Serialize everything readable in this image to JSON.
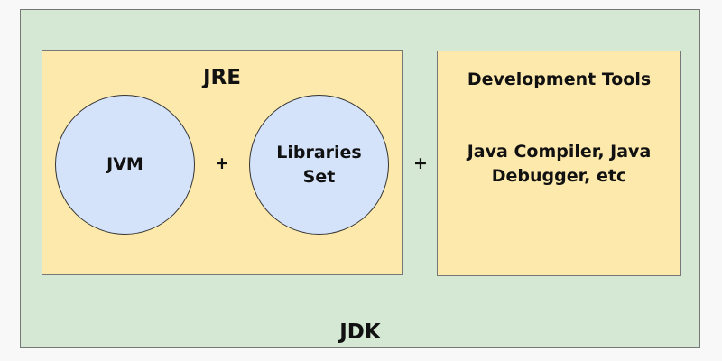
{
  "diagram": {
    "jdk": {
      "label": "JDK"
    },
    "jre": {
      "label": "JRE",
      "components": [
        {
          "label": "JVM"
        },
        {
          "label": "Libraries Set"
        }
      ],
      "operator": "+"
    },
    "operator_between_jre_and_tools": "+",
    "development_tools": {
      "title": "Development Tools",
      "description": "Java Compiler, Java Debugger, etc"
    },
    "colors": {
      "jdk_background": "#d5e8d4",
      "box_background": "#fde9ac",
      "circle_background": "#d4e3fa",
      "border": "#777777"
    }
  }
}
